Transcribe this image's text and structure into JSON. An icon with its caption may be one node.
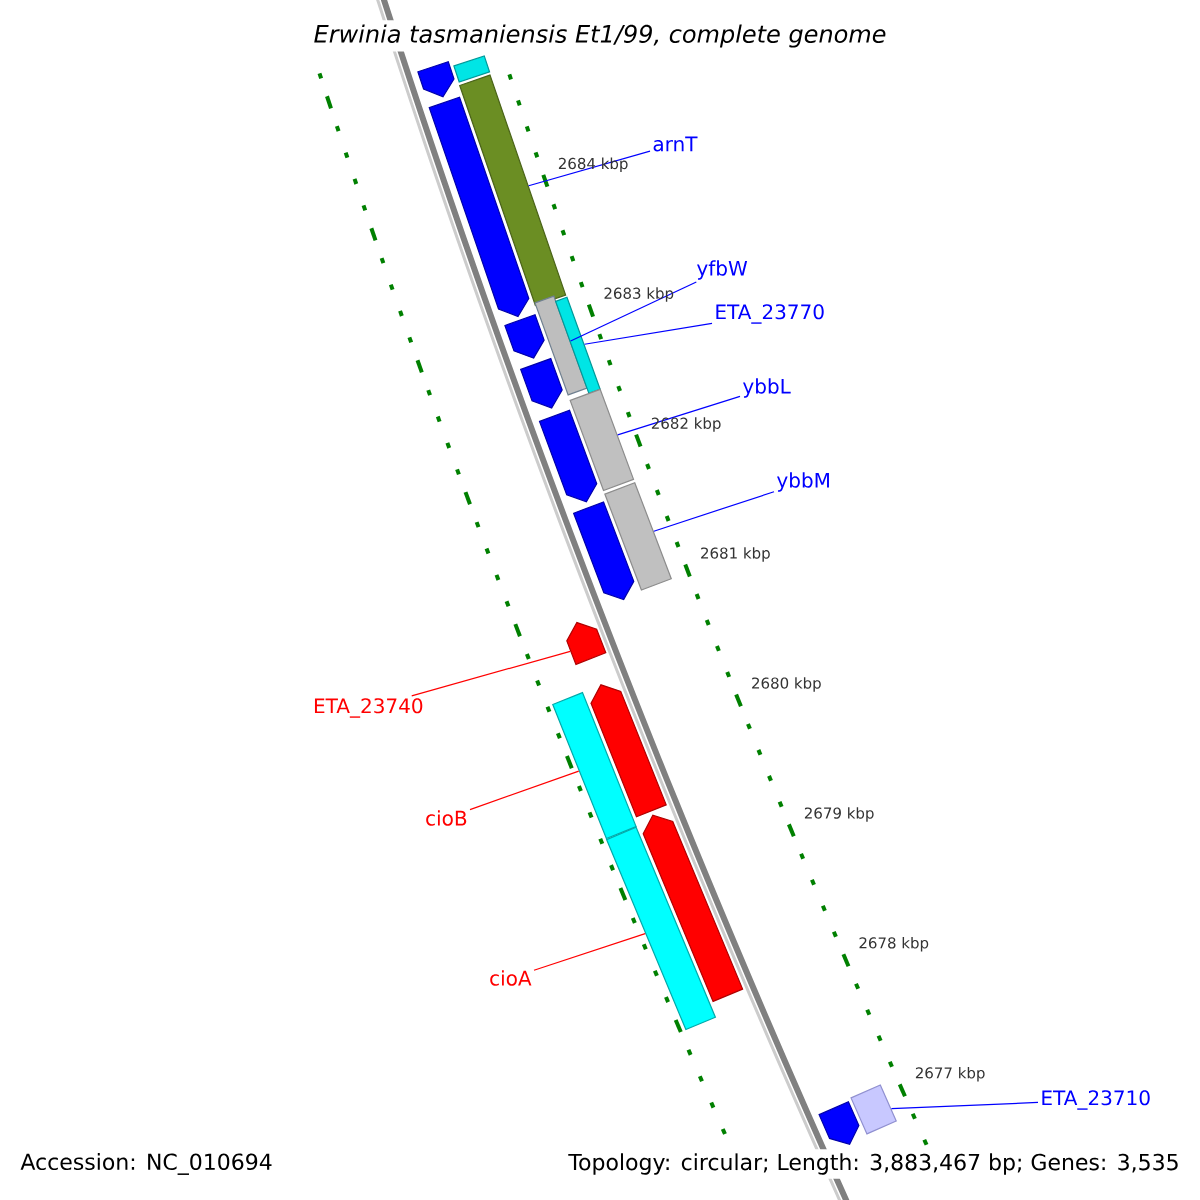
{
  "diagram": {
    "title": "Erwinia tasmaniensis Et1/99, complete genome",
    "nodes": [
      {
        "text": [
          "arnT"
        ]
      },
      {
        "text": [
          "yfbW"
        ]
      },
      {
        "text": [
          "ETA_23770"
        ]
      },
      {
        "text": [
          "ybbL"
        ]
      },
      {
        "text": [
          "ybbM"
        ]
      },
      {
        "text": [
          "ETA_23740"
        ]
      },
      {
        "text": [
          "cioB"
        ]
      },
      {
        "text": [
          "cioA"
        ]
      },
      {
        "text": [
          "ETA_23710"
        ]
      },
      {
        "text": [],
        "shape": "arrow"
      },
      {
        "text": [],
        "shape": "bar"
      },
      {
        "text": [],
        "shape": "arrow"
      },
      {
        "text": [],
        "shape": "bar"
      },
      {
        "text": [],
        "shape": "bar"
      },
      {
        "text": [],
        "shape": "bar"
      },
      {
        "text": [],
        "shape": "arrow"
      },
      {
        "text": [],
        "shape": "arrow"
      },
      {
        "text": [],
        "shape": "bar"
      },
      {
        "text": [],
        "shape": "arrow"
      },
      {
        "text": [],
        "shape": "bar"
      },
      {
        "text": [],
        "shape": "arrow"
      },
      {
        "text": [],
        "shape": "arrow"
      },
      {
        "text": [],
        "shape": "arrow"
      },
      {
        "text": [],
        "shape": "bar"
      },
      {
        "text": [],
        "shape": "arrow"
      },
      {
        "text": [],
        "shape": "bar"
      },
      {
        "text": [],
        "shape": "arrow"
      },
      {
        "text": [],
        "shape": "bar"
      }
    ],
    "edges": [
      {
        "from": 0,
        "to": 12,
        "arrow": "none",
        "color": "#0000ff"
      },
      {
        "from": 1,
        "to": 13,
        "arrow": "none",
        "color": "#0000ff"
      },
      {
        "from": 2,
        "to": 14,
        "arrow": "none",
        "color": "#0000ff"
      },
      {
        "from": 3,
        "to": 17,
        "arrow": "none",
        "color": "#0000ff"
      },
      {
        "from": 4,
        "to": 19,
        "arrow": "none",
        "color": "#0000ff"
      },
      {
        "from": 5,
        "to": 21,
        "arrow": "none",
        "color": "#ff0000"
      },
      {
        "from": 6,
        "to": 23,
        "arrow": "none",
        "color": "#ff0000"
      },
      {
        "from": 7,
        "to": 25,
        "arrow": "none",
        "color": "#ff0000"
      },
      {
        "from": 8,
        "to": 27,
        "arrow": "none",
        "color": "#0000ff"
      }
    ],
    "labels": [
      "2684 kbp",
      "2683 kbp",
      "2682 kbp",
      "2681 kbp",
      "2680 kbp",
      "2679 kbp",
      "2678 kbp",
      "2677 kbp",
      "Accession: NC_010694",
      "Topology: circular; Length: 3,883,467 bp; Genes: 3,535"
    ]
  }
}
